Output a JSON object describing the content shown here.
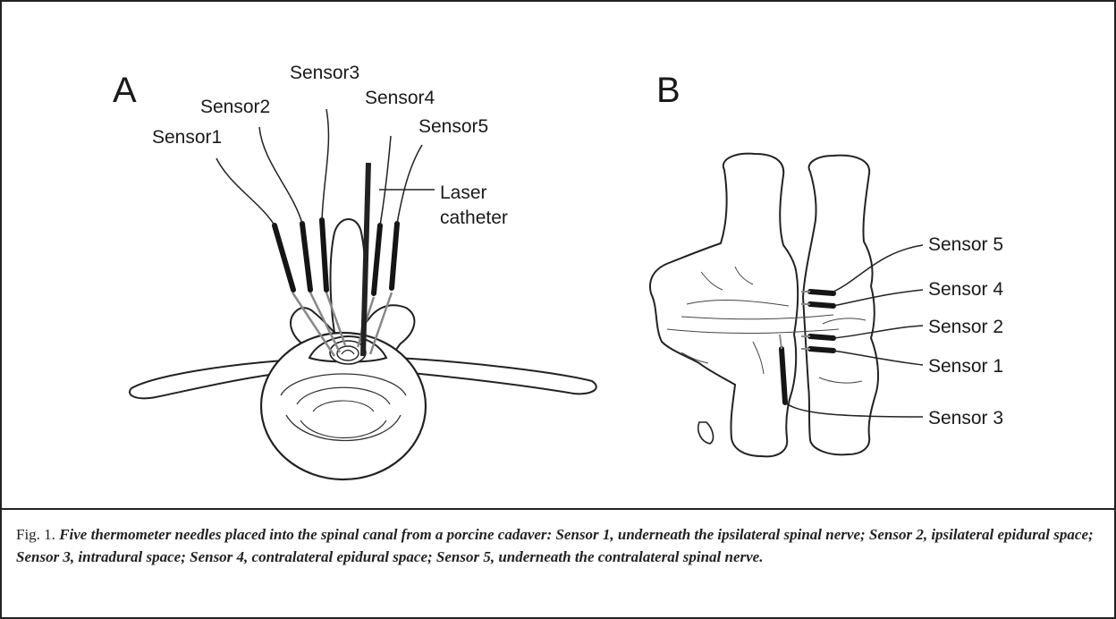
{
  "panels": {
    "a": {
      "letter": "A",
      "sensors": [
        "Sensor1",
        "Sensor2",
        "Sensor3",
        "Sensor4",
        "Sensor5"
      ],
      "laser_line1": "Laser",
      "laser_line2": "catheter"
    },
    "b": {
      "letter": "B",
      "sensors": [
        "Sensor 5",
        "Sensor 4",
        "Sensor 2",
        "Sensor 1",
        "Sensor 3"
      ]
    }
  },
  "caption": {
    "lead": "Fig. 1.",
    "text": "Five thermometer needles placed into the spinal canal from a porcine cadaver: Sensor 1, underneath the ipsilateral spinal nerve; Sensor 2, ipsilateral epidural space; Sensor 3, intradural space; Sensor 4, contralateral epidural space; Sensor 5, underneath the contralateral spinal nerve."
  }
}
